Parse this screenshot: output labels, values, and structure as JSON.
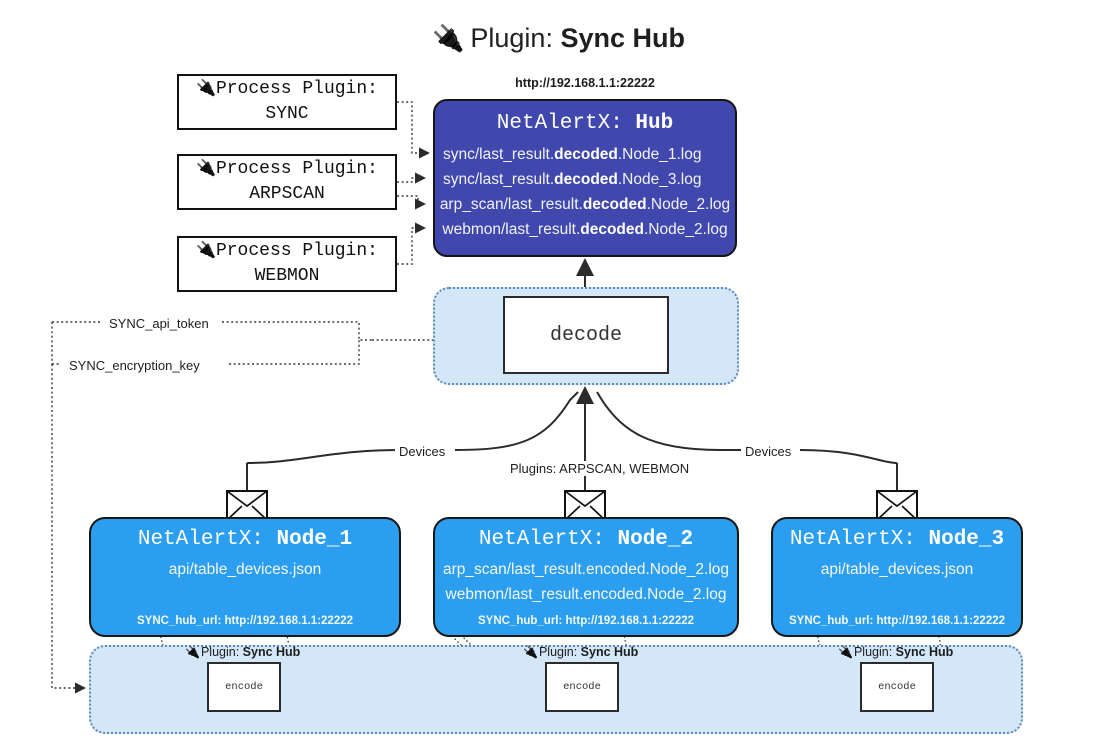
{
  "title": {
    "icon": "plug-icon",
    "prefix": "Plugin: ",
    "name": "Sync Hub"
  },
  "process_plugins": [
    {
      "icon": "plug-icon",
      "line1": "Process Plugin:",
      "line2": "SYNC"
    },
    {
      "icon": "plug-icon",
      "line1": "Process Plugin:",
      "line2": "ARPSCAN"
    },
    {
      "icon": "plug-icon",
      "line1": "Process Plugin:",
      "line2": "WEBMON"
    }
  ],
  "hub": {
    "url": "http://192.168.1.1:22222",
    "title_prefix": "NetAlertX: ",
    "title_name": "Hub",
    "color": "#4148ad",
    "logs": [
      {
        "pre": "sync/last_result.",
        "mid": "decoded",
        "post": ".Node_1.log"
      },
      {
        "pre": "sync/last_result.",
        "mid": "decoded",
        "post": ".Node_3.log"
      },
      {
        "pre": "arp_scan/last_result.",
        "mid": "decoded",
        "post": ".Node_2.log"
      },
      {
        "pre": "webmon/last_result.",
        "mid": "decoded",
        "post": ".Node_2.log"
      }
    ]
  },
  "decode": {
    "label": "decode",
    "container_color": "#d4e7f8"
  },
  "settings": {
    "api_token": "SYNC_api_token",
    "encryption_key": "SYNC_encryption_key"
  },
  "edges": {
    "devices_left": "Devices",
    "devices_right": "Devices",
    "plugins_mid": "Plugins: ARPSCAN, WEBMON"
  },
  "nodes": [
    {
      "title_prefix": "NetAlertX: ",
      "title_name": "Node_1",
      "color": "#2b9ef0",
      "lines": [
        "api/table_devices.json"
      ],
      "hub_url_label": "SYNC_hub_url: http://192.168.1.1:22222",
      "envelope": "envelope-icon"
    },
    {
      "title_prefix": "NetAlertX: ",
      "title_name": "Node_2",
      "color": "#2b9ef0",
      "lines": [
        "arp_scan/last_result.encoded.Node_2.log",
        "webmon/last_result.encoded.Node_2.log"
      ],
      "hub_url_label": "SYNC_hub_url: http://192.168.1.1:22222",
      "envelope": "envelope-icon"
    },
    {
      "title_prefix": "NetAlertX: ",
      "title_name": "Node_3",
      "color": "#2b9ef0",
      "lines": [
        "api/table_devices.json"
      ],
      "hub_url_label": "SYNC_hub_url: http://192.168.1.1:22222",
      "envelope": "envelope-icon"
    }
  ],
  "encoders": [
    {
      "plugin_prefix": "Plugin: ",
      "plugin_name": "Sync Hub",
      "label": "encode"
    },
    {
      "plugin_prefix": "Plugin: ",
      "plugin_name": "Sync Hub",
      "label": "encode"
    },
    {
      "plugin_prefix": "Plugin: ",
      "plugin_name": "Sync Hub",
      "label": "encode"
    }
  ]
}
